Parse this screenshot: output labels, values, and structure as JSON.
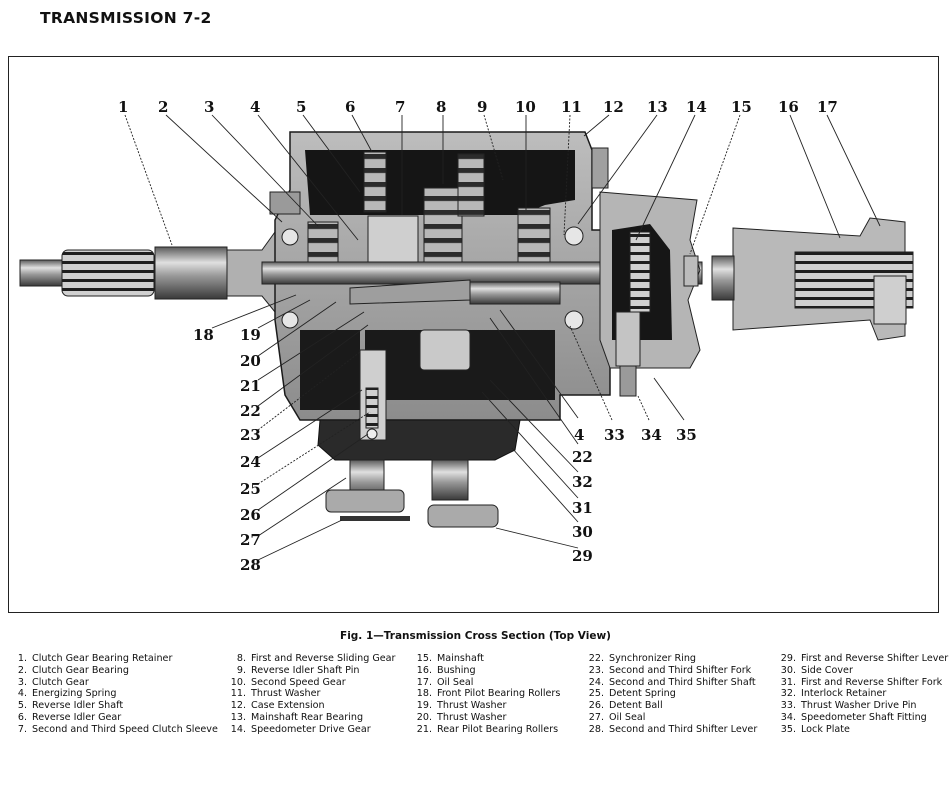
{
  "page": {
    "header": "TRANSMISSION 7-2",
    "caption": "Fig. 1—Transmission Cross Section (Top View)"
  },
  "callouts": {
    "top": [
      "1",
      "2",
      "3",
      "4",
      "5",
      "6",
      "7",
      "8",
      "9",
      "10",
      "11",
      "12",
      "13",
      "14",
      "15",
      "16",
      "17"
    ],
    "left": [
      "18",
      "19",
      "20",
      "21",
      "22",
      "23",
      "24",
      "25",
      "26",
      "27",
      "28"
    ],
    "right_column": [
      "22",
      "32",
      "31",
      "30",
      "29"
    ],
    "bottom_row": [
      "4",
      "33",
      "34",
      "35"
    ]
  },
  "legend": [
    {
      "num": "1.",
      "label": "Clutch Gear Bearing Retainer"
    },
    {
      "num": "2.",
      "label": "Clutch Gear Bearing"
    },
    {
      "num": "3.",
      "label": "Clutch Gear"
    },
    {
      "num": "4.",
      "label": "Energizing Spring"
    },
    {
      "num": "5.",
      "label": "Reverse Idler Shaft"
    },
    {
      "num": "6.",
      "label": "Reverse Idler Gear"
    },
    {
      "num": "7.",
      "label": "Second and Third Speed Clutch Sleeve"
    },
    {
      "num": "8.",
      "label": "First and Reverse Sliding Gear"
    },
    {
      "num": "9.",
      "label": "Reverse Idler Shaft Pin"
    },
    {
      "num": "10.",
      "label": "Second Speed Gear"
    },
    {
      "num": "11.",
      "label": "Thrust Washer"
    },
    {
      "num": "12.",
      "label": "Case Extension"
    },
    {
      "num": "13.",
      "label": "Mainshaft Rear Bearing"
    },
    {
      "num": "14.",
      "label": "Speedometer Drive Gear"
    },
    {
      "num": "15.",
      "label": "Mainshaft"
    },
    {
      "num": "16.",
      "label": "Bushing"
    },
    {
      "num": "17.",
      "label": "Oil Seal"
    },
    {
      "num": "18.",
      "label": "Front Pilot Bearing Rollers"
    },
    {
      "num": "19.",
      "label": "Thrust Washer"
    },
    {
      "num": "20.",
      "label": "Thrust Washer"
    },
    {
      "num": "21.",
      "label": "Rear Pilot Bearing Rollers"
    },
    {
      "num": "22.",
      "label": "Synchronizer Ring"
    },
    {
      "num": "23.",
      "label": "Second and Third Shifter Fork"
    },
    {
      "num": "24.",
      "label": "Second and Third Shifter Shaft"
    },
    {
      "num": "25.",
      "label": "Detent Spring"
    },
    {
      "num": "26.",
      "label": "Detent Ball"
    },
    {
      "num": "27.",
      "label": "Oil Seal"
    },
    {
      "num": "28.",
      "label": "Second and Third Shifter Lever"
    },
    {
      "num": "29.",
      "label": "First and Reverse Shifter Lever"
    },
    {
      "num": "30.",
      "label": "Side Cover"
    },
    {
      "num": "31.",
      "label": "First and Reverse Shifter Fork"
    },
    {
      "num": "32.",
      "label": "Interlock Retainer"
    },
    {
      "num": "33.",
      "label": "Thrust Washer Drive Pin"
    },
    {
      "num": "34.",
      "label": "Speedometer Shaft Fitting"
    },
    {
      "num": "35.",
      "label": "Lock Plate"
    }
  ],
  "colors": {
    "ink": "#111111",
    "metal_light": "#c9c9c9",
    "metal_mid": "#8a8a8a",
    "metal_dark": "#2a2a2a",
    "paper": "#ffffff"
  }
}
